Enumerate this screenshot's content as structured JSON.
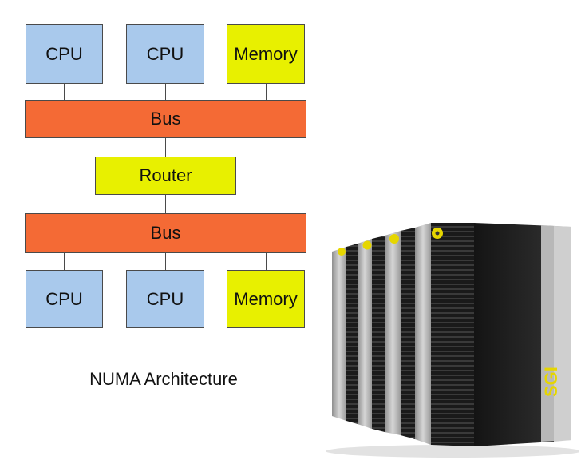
{
  "diagram": {
    "caption": "NUMA Architecture",
    "top_nodes": [
      {
        "type": "cpu",
        "label": "CPU"
      },
      {
        "type": "cpu",
        "label": "CPU"
      },
      {
        "type": "memory",
        "label": "Memory"
      }
    ],
    "top_bus": {
      "label": "Bus"
    },
    "router": {
      "label": "Router"
    },
    "bottom_bus": {
      "label": "Bus"
    },
    "bottom_nodes": [
      {
        "type": "cpu",
        "label": "CPU"
      },
      {
        "type": "cpu",
        "label": "CPU"
      },
      {
        "type": "memory",
        "label": "Memory"
      }
    ]
  },
  "server_image": {
    "logo_text": "SGI"
  },
  "colors": {
    "cpu": "#a9c9ec",
    "memory": "#e8f000",
    "bus": "#f46a35",
    "router": "#e8f000",
    "cabinet_dark": "#222222",
    "cabinet_silver": "#b9b9b9",
    "accent_yellow": "#e6d600"
  }
}
